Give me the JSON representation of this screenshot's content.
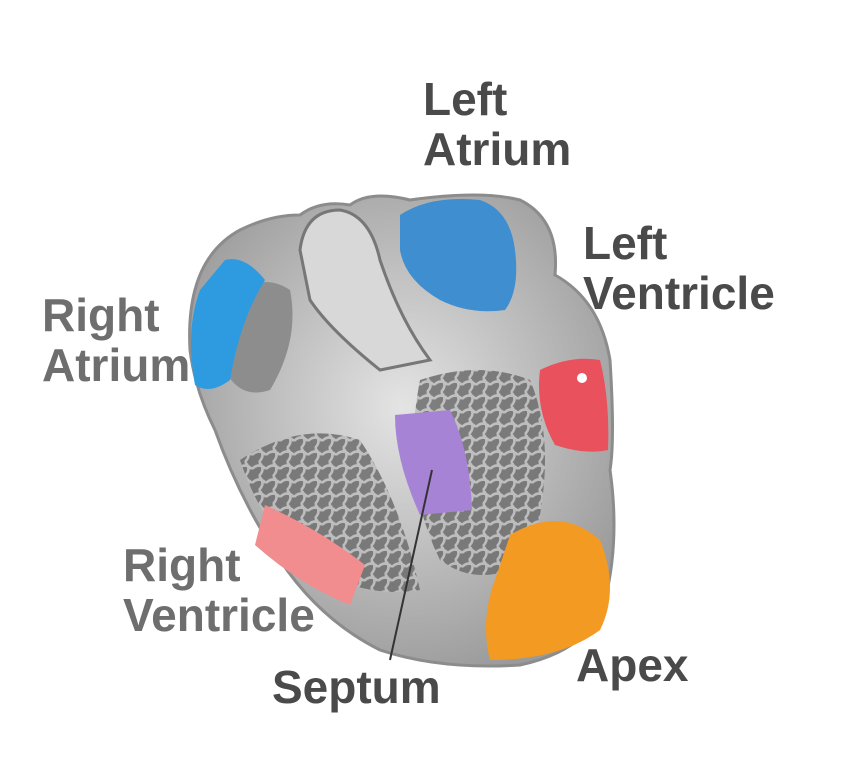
{
  "labels": {
    "left_atrium": [
      "Left",
      "Atrium"
    ],
    "left_ventricle": [
      "Left",
      "Ventricle"
    ],
    "right_atrium": [
      "Right",
      "Atrium"
    ],
    "right_ventricle": [
      "Right",
      "Ventricle"
    ],
    "septum": "Septum",
    "apex": "Apex"
  },
  "colors": {
    "left_atrium": "#3f8ed0",
    "right_atrium": "#2e9be0",
    "left_ventricle": "#e9515d",
    "septum": "#a783d6",
    "right_ventricle": "#f28d8f",
    "apex": "#f39a22",
    "tissue": "#c9c9c9",
    "tissue_dark": "#8a8a8a"
  }
}
